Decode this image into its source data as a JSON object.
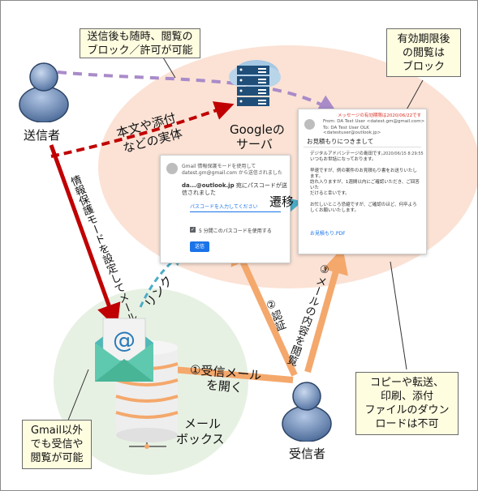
{
  "labels": {
    "sender": "送信者",
    "receiver": "受信者",
    "google_server_l1": "Googleの",
    "google_server_l2": "サーバ",
    "mailbox_l1": "メール",
    "mailbox_l2": "ボックス",
    "entity_l1": "本文や添付",
    "entity_l2": "などの実体",
    "send_mode": "情報保護モードを設定してメール送信",
    "link": "リンク",
    "transition": "遷移",
    "auth": "②認証",
    "view": "③メールの内容を閲覧",
    "open_l1": "①受信メール",
    "open_l2": "を開く"
  },
  "notes": {
    "top": [
      "送信後も随時、閲覧の",
      "ブロック／許可が可能"
    ],
    "top_right": [
      "有効期限後",
      "の閲覧は",
      "ブロック"
    ],
    "bottom_left": [
      "Gmail以外",
      "でも受信や",
      "閲覧が可能"
    ],
    "bottom_right": [
      "コピーや転送、",
      "印刷、添付",
      "ファイルのダウン",
      "ロードは不可"
    ]
  },
  "passcode_card": {
    "line1": "Gmail 情報保護モードを使用して",
    "line2": "datest.gm@gmail.com から送信されました",
    "headline_bold": "da...@outlook.jp",
    "headline_rest": " 宛にパスコードが送",
    "headline_l2": "信されました",
    "input_placeholder": "パスコードを入力してください",
    "checkbox_label": "5 分間このパスコードを使用する",
    "send_button": "送信"
  },
  "mail_card": {
    "expiry": "メッセージの有効期限は2020/06/22です",
    "from": "From: DA Test User <datest.gm@gmail.com>",
    "to": "To: DA Test User OLK <datestuser@outlook.jp>",
    "subject": "お見積もりにつきまして",
    "date": "2020/06/15 8:29:55",
    "body": [
      "デジタルアドバンテージの島田です。",
      "いつもお世話になっております。",
      "",
      "早速ですが、例の案件のお見積もり書をお送りいたし",
      "ます。",
      "訪れ入りますが、1週間以内にご確認いただき、ご回答いた",
      "だけると幸いです。",
      "",
      "お忙しいところ恐縮ですが、ご確認のほど、何卒よろ",
      "しくお願いいたします。"
    ],
    "attachment": "お見積もり.PDF"
  },
  "icons": {
    "sender": "person-icon",
    "receiver": "person-icon",
    "server": "server-rack-icon",
    "mailbox": "envelope-at-icon",
    "database": "database-icon"
  },
  "colors": {
    "salmon_bg": "#fbe2d5",
    "mint_bg": "#e7f1e3",
    "red_arrow": "#c00000",
    "purple_dashed": "#a98bc9",
    "teal_dashed": "#4bacc6",
    "orange_arrow": "#f4a86c"
  }
}
